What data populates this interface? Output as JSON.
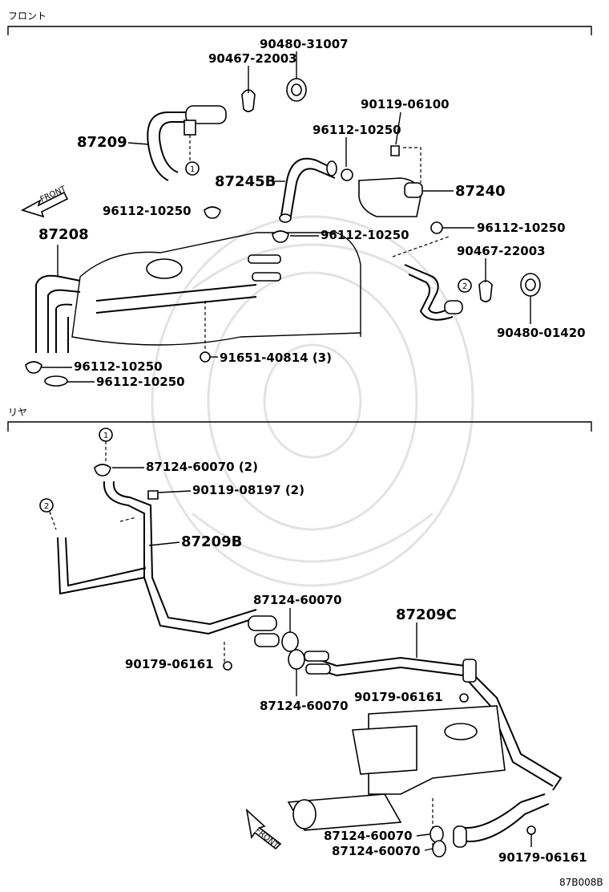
{
  "sections": {
    "front": "フロント",
    "rear": "リヤ"
  },
  "parts": {
    "p90480_31007": "90480-31007",
    "p90467_22003_a": "90467-22003",
    "p87209": "87209",
    "p90119_06100": "90119-06100",
    "p96112_10250_a": "96112-10250",
    "p87245b": "87245B",
    "p87240": "87240",
    "p96112_10250_b": "96112-10250",
    "p96112_10250_c": "96112-10250",
    "p87208": "87208",
    "p96112_10250_d": "96112-10250",
    "p90467_22003_b": "90467-22003",
    "p90480_01420": "90480-01420",
    "p91651_40814": "91651-40814 (3)",
    "p96112_10250_e": "96112-10250",
    "p96112_10250_f": "96112-10250",
    "p87124_60070_a": "87124-60070 (2)",
    "p90119_08197": "90119-08197 (2)",
    "p87209b": "87209B",
    "p87124_60070_b": "87124-60070",
    "p87209c": "87209C",
    "p90179_06161_a": "90179-06161",
    "p87124_60070_c": "87124-60070",
    "p90179_06161_b": "90179-06161",
    "p87124_60070_d": "87124-60070",
    "p87124_60070_e": "87124-60070",
    "p90179_06161_c": "90179-06161"
  },
  "markers": {
    "one": "1",
    "two": "2"
  },
  "front_arrow": "FRONT",
  "code": "87B008B"
}
